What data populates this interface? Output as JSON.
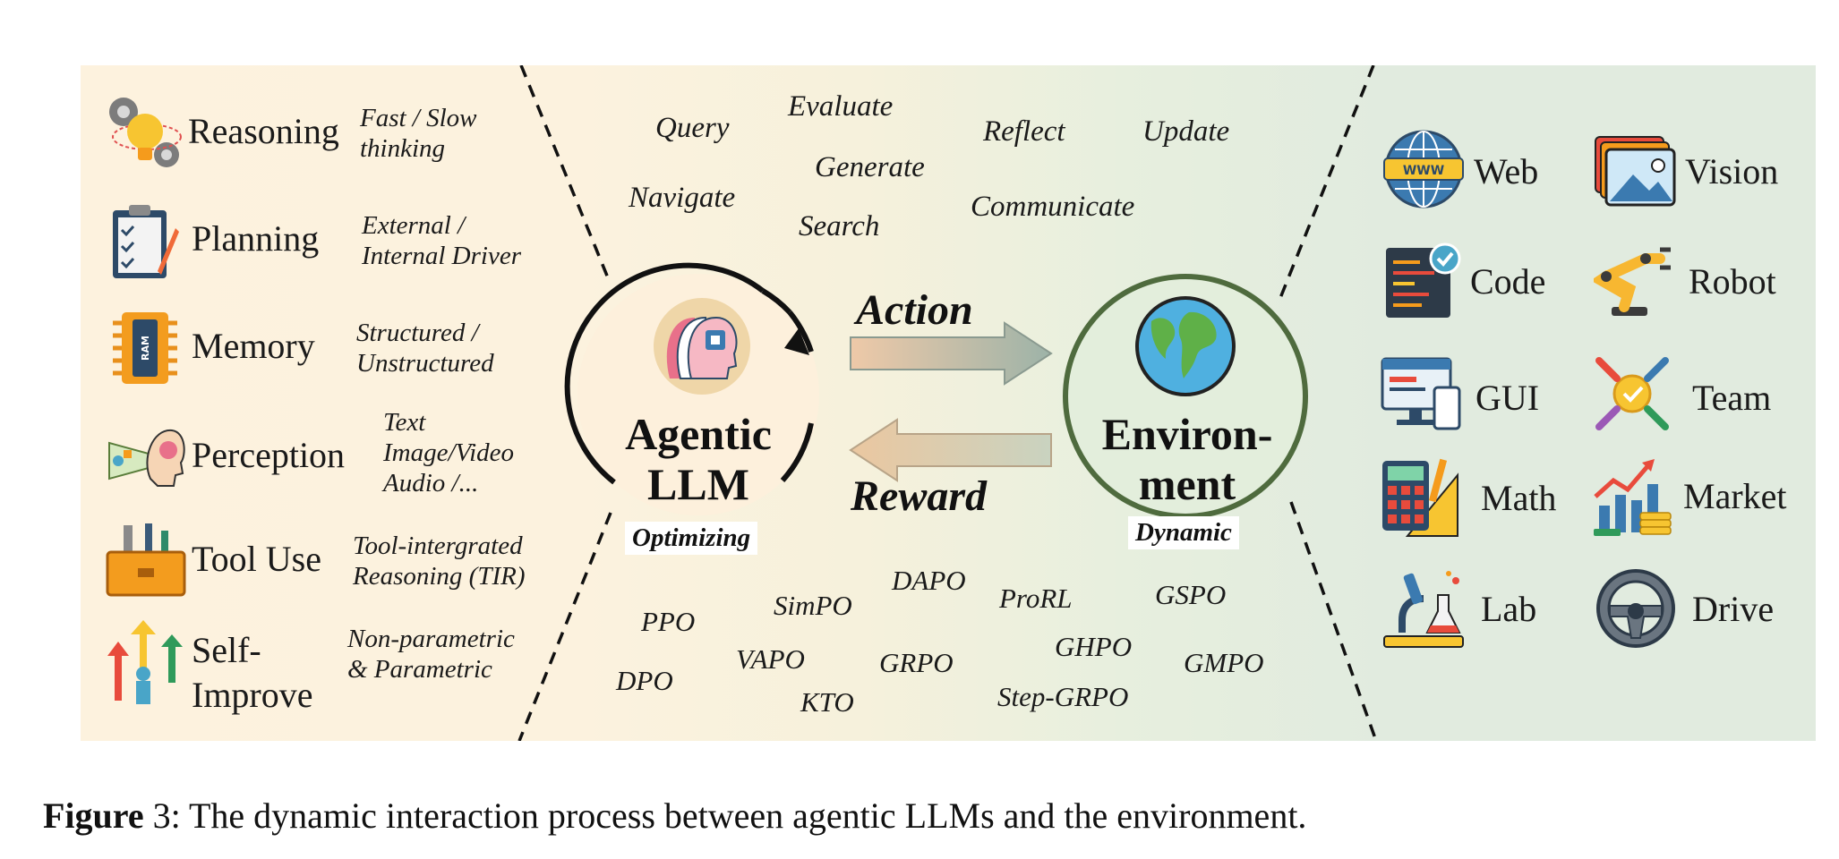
{
  "capabilities": [
    {
      "label": "Reasoning",
      "desc1": "Fast / Slow",
      "desc2": "thinking",
      "desc3": "",
      "icon": "gears-lightbulb-icon"
    },
    {
      "label": "Planning",
      "desc1": "External /",
      "desc2": "Internal Driver",
      "desc3": "",
      "icon": "clipboard-checklist-icon"
    },
    {
      "label": "Memory",
      "desc1": "Structured /",
      "desc2": "Unstructured",
      "desc3": "",
      "icon": "ram-chip-icon"
    },
    {
      "label": "Perception",
      "desc1": "Text",
      "desc2": "Image/Video",
      "desc3": "Audio /...",
      "icon": "head-perception-icon"
    },
    {
      "label": "Tool Use",
      "desc1": "Tool-intergrated",
      "desc2": "Reasoning (TIR)",
      "desc3": "",
      "icon": "toolbox-icon"
    },
    {
      "label1": "Self-",
      "label2": "Improve",
      "desc1": "Non-parametric",
      "desc2": "& Parametric",
      "desc3": "",
      "icon": "growth-arrows-icon"
    }
  ],
  "ram_text": "RAM",
  "actions": [
    "Query",
    "Evaluate",
    "Reflect",
    "Update",
    "Generate",
    "Navigate",
    "Communicate",
    "Search"
  ],
  "agent": {
    "title_line1": "Agentic",
    "title_line2": "LLM",
    "tag": "Optimizing"
  },
  "environment": {
    "title_line1": "Environ-",
    "title_line2": "ment",
    "tag": "Dynamic"
  },
  "arrows": {
    "action": "Action",
    "reward": "Reward"
  },
  "algorithms": [
    "DAPO",
    "SimPO",
    "ProRL",
    "GSPO",
    "PPO",
    "GHPO",
    "VAPO",
    "GRPO",
    "GMPO",
    "DPO",
    "Step-GRPO",
    "KTO"
  ],
  "environments": [
    {
      "label": "Web",
      "icon": "globe-www-icon"
    },
    {
      "label": "Vision",
      "icon": "image-stack-icon"
    },
    {
      "label": "Code",
      "icon": "code-window-icon"
    },
    {
      "label": "Robot",
      "icon": "robot-arm-icon"
    },
    {
      "label": "GUI",
      "icon": "monitor-devices-icon"
    },
    {
      "label": "Team",
      "icon": "team-handshake-icon"
    },
    {
      "label": "Math",
      "icon": "calculator-ruler-icon"
    },
    {
      "label": "Market",
      "icon": "market-chart-icon"
    },
    {
      "label": "Lab",
      "icon": "microscope-flask-icon"
    },
    {
      "label": "Drive",
      "icon": "steering-wheel-icon"
    }
  ],
  "caption": {
    "prefix": "Figure",
    "number": "3",
    "text": ": The dynamic interaction process between agentic LLMs and the environment."
  },
  "colors": {
    "left_bg": "#fdf2de",
    "right_bg": "#e1ebdf",
    "agent_circle": "#fdf0dc",
    "env_circle": "#e3eedc",
    "env_stroke": "#4f6b3e",
    "action_arrow": "#9fb0a0",
    "reward_arrow": "#eacfa9"
  }
}
